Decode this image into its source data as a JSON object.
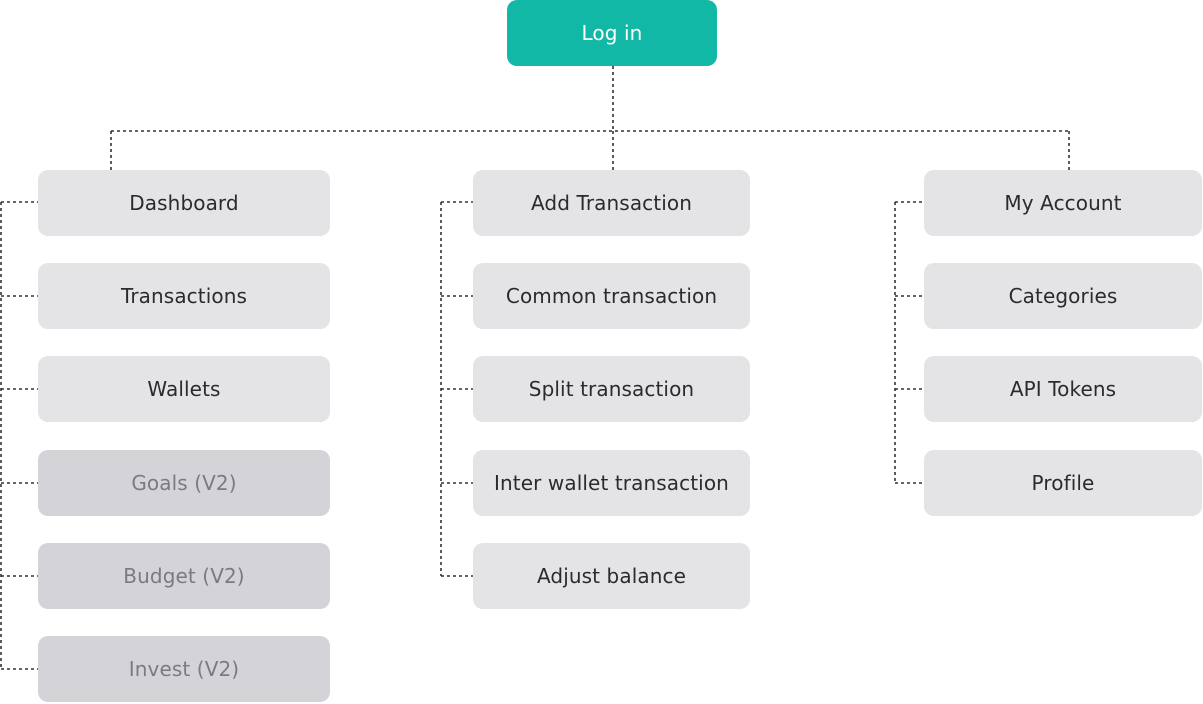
{
  "root": {
    "label": "Log in",
    "color": "#12B8A6"
  },
  "columns": [
    {
      "items": [
        {
          "label": "Dashboard",
          "enabled": true
        },
        {
          "label": "Transactions",
          "enabled": true
        },
        {
          "label": "Wallets",
          "enabled": true
        },
        {
          "label": "Goals (V2)",
          "enabled": false
        },
        {
          "label": "Budget (V2)",
          "enabled": false
        },
        {
          "label": "Invest (V2)",
          "enabled": false
        }
      ]
    },
    {
      "items": [
        {
          "label": "Add Transaction",
          "enabled": true
        },
        {
          "label": "Common transaction",
          "enabled": true
        },
        {
          "label": "Split transaction",
          "enabled": true
        },
        {
          "label": "Inter wallet transaction",
          "enabled": true
        },
        {
          "label": "Adjust balance",
          "enabled": true
        }
      ]
    },
    {
      "items": [
        {
          "label": "My Account",
          "enabled": true
        },
        {
          "label": "Categories",
          "enabled": true
        },
        {
          "label": "API Tokens",
          "enabled": true
        },
        {
          "label": "Profile",
          "enabled": true
        }
      ]
    }
  ],
  "colors": {
    "node_fill": "#E4E4E7",
    "node_fill_disabled": "#D4D4D8",
    "text": "#2B2B2B",
    "text_disabled": "#7A7A80",
    "connector": "#333333"
  }
}
